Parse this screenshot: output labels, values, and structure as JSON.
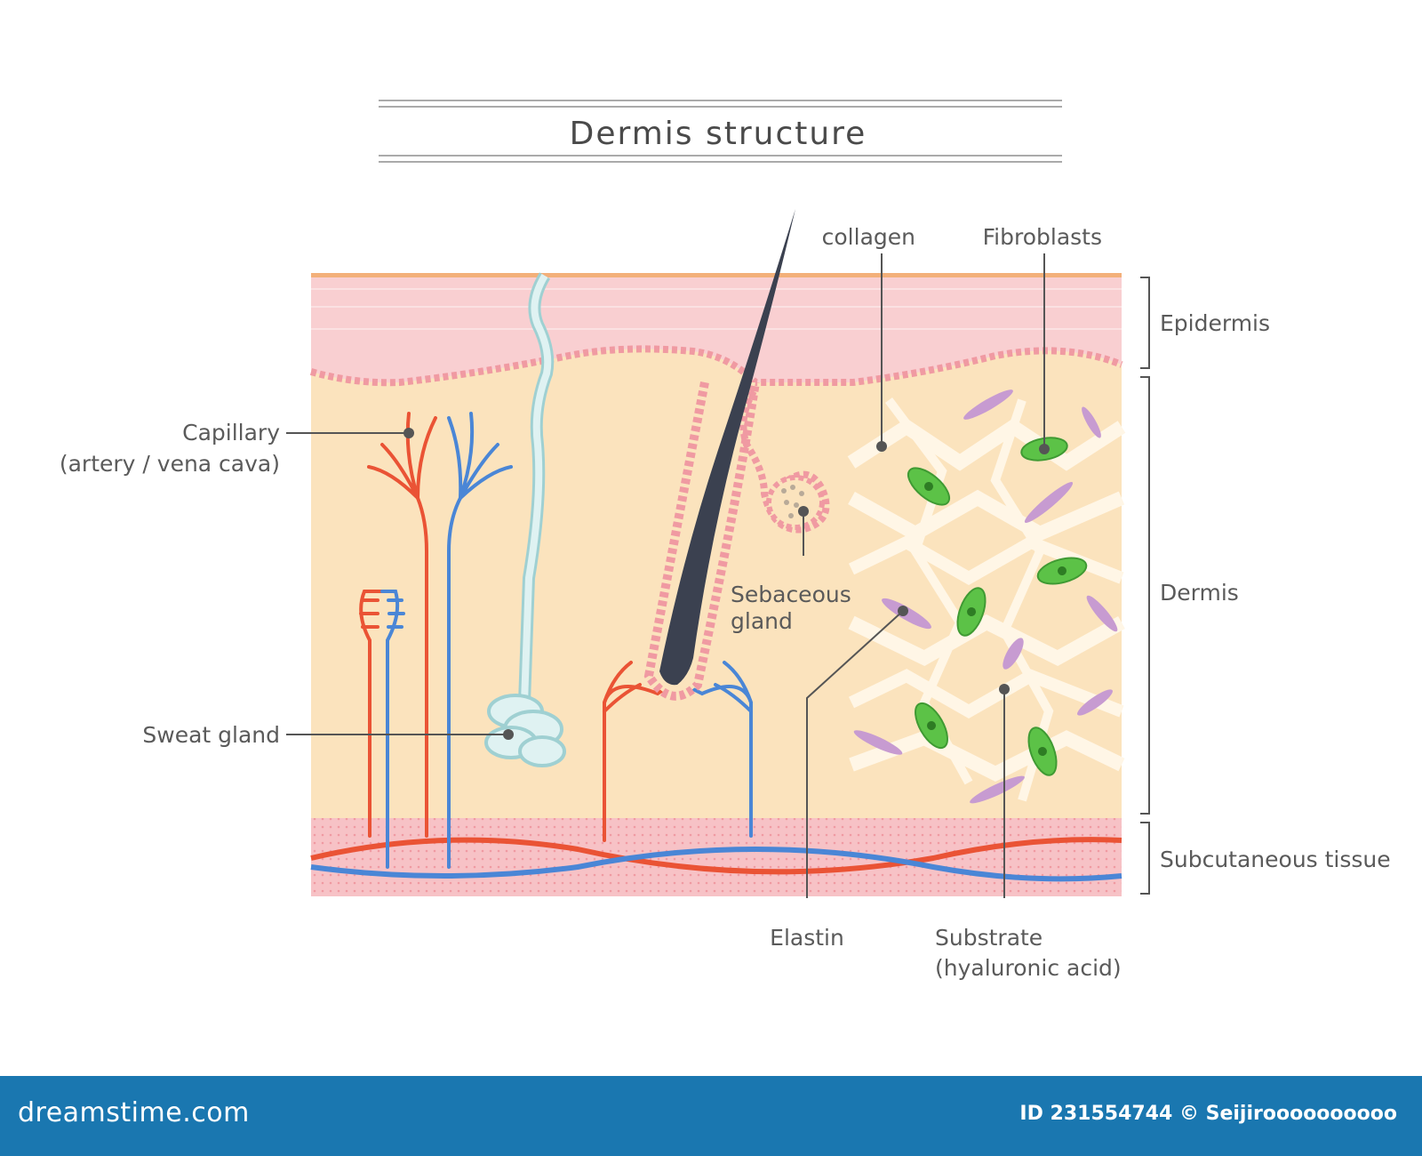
{
  "title": "Dermis structure",
  "labels": {
    "collagen": "collagen",
    "fibroblasts": "Fibroblasts",
    "epidermis": "Epidermis",
    "capillary_line1": "Capillary",
    "capillary_line2": "(artery / vena cava)",
    "sebaceous_line1": "Sebaceous",
    "sebaceous_line2": "gland",
    "dermis": "Dermis",
    "sweat_gland": "Sweat gland",
    "subcutaneous": "Subcutaneous tissue",
    "elastin": "Elastin",
    "substrate_line1": "Substrate",
    "substrate_line2": "(hyaluronic acid)"
  },
  "footer": {
    "logo": "dreamstime.com",
    "id_text": "ID 231554744 © Seijiroooooooooo"
  },
  "colors": {
    "epidermis": "#f9cfd1",
    "dermis": "#fbe3bd",
    "subcutaneous": "#f7c2c6",
    "artery": "#ea5335",
    "vein": "#4a86d6",
    "sweat_gland": "#c9e8e8",
    "hair": "#3b4150",
    "fibroblast": "#5cc247",
    "elastin": "#c79bd1",
    "footer": "#1a77b0"
  }
}
